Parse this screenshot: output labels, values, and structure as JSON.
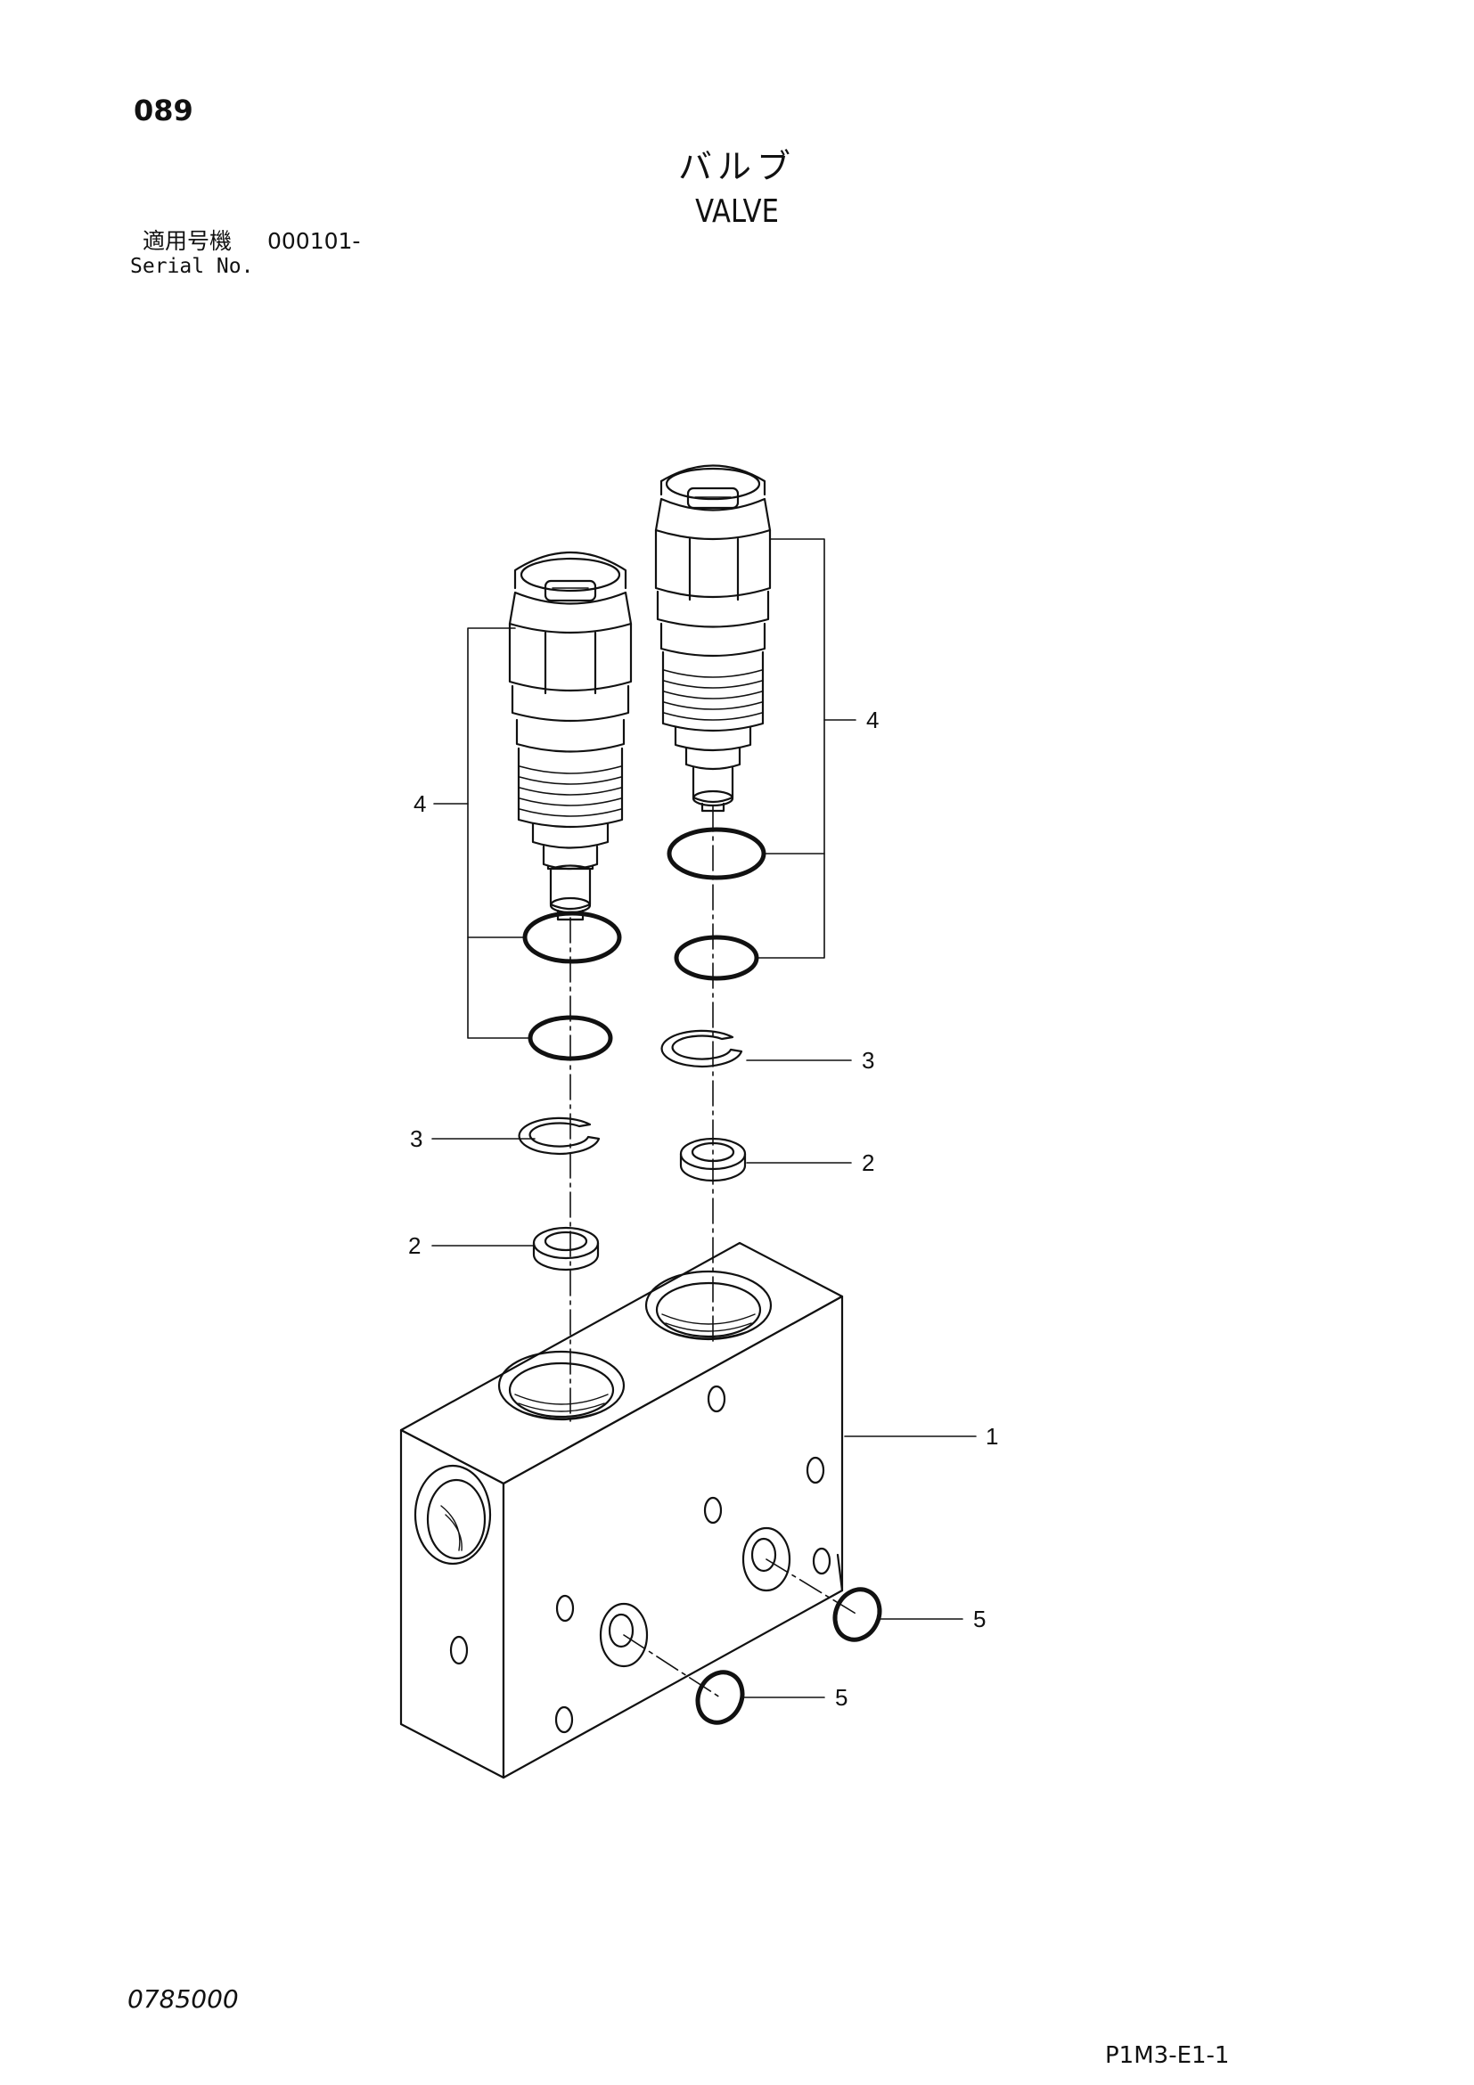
{
  "header": {
    "page_number": "089",
    "title_jp": "バルブ",
    "title_en": "VALVE",
    "serial_label_jp": "適用号機",
    "serial_value": "000101-",
    "serial_label_en": "Serial No."
  },
  "footer": {
    "drawing_code": "0785000",
    "page_code": "P1M3-E1-1"
  },
  "callouts": {
    "c1": "1",
    "c2_left": "2",
    "c2_right": "2",
    "c3_left": "3",
    "c3_right": "3",
    "c4_left": "4",
    "c4_right": "4",
    "c5_upper": "5",
    "c5_lower": "5"
  }
}
